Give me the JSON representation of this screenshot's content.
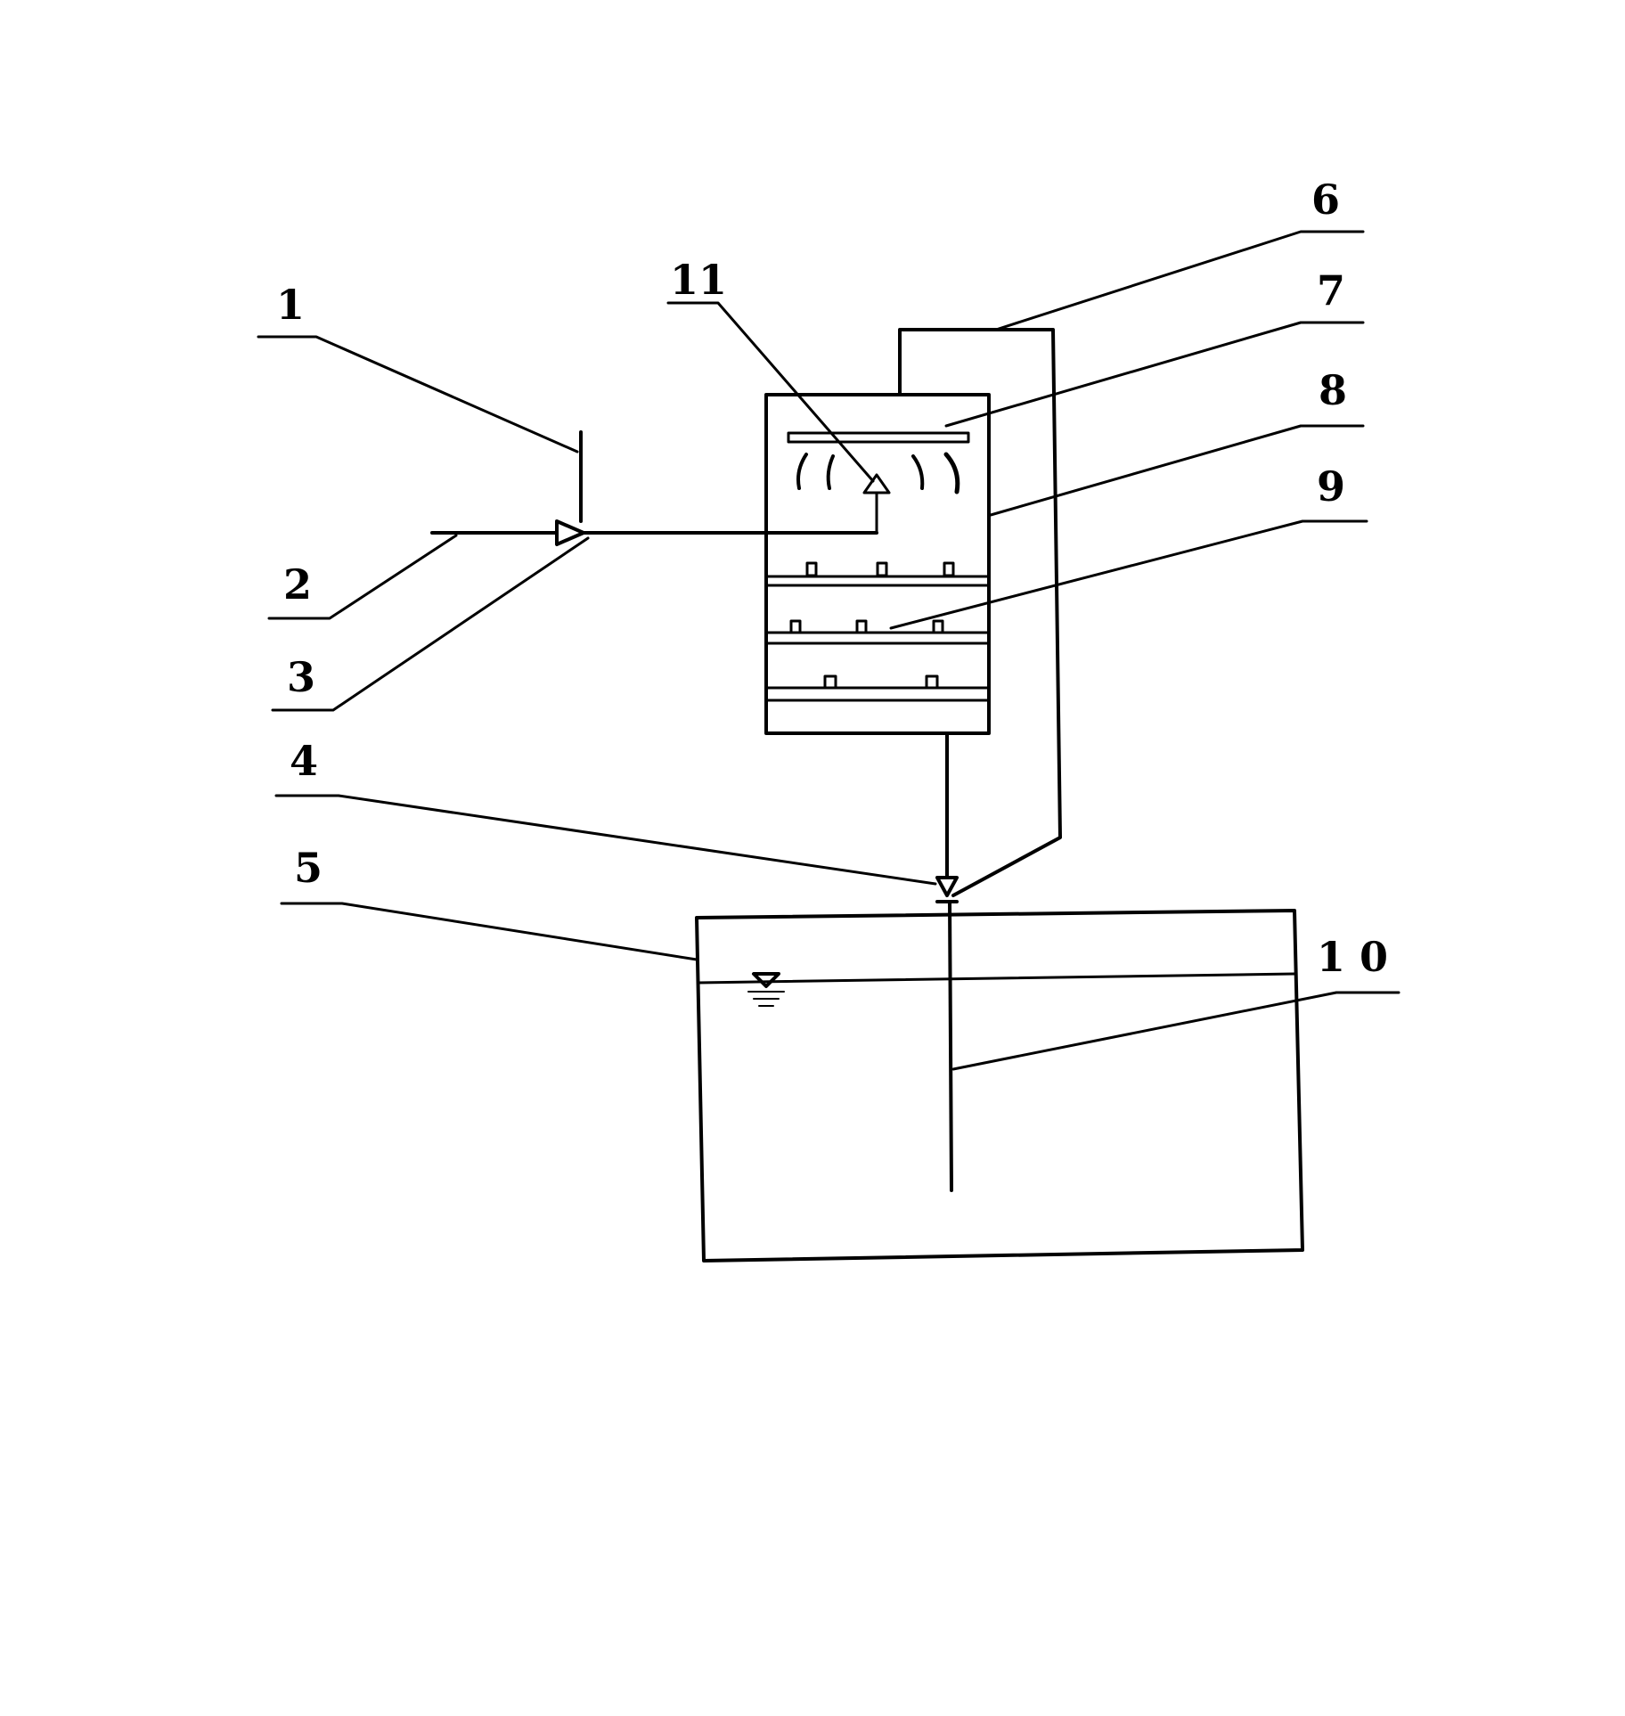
{
  "colors": {
    "ink": "#000000",
    "paper": "#ffffff"
  },
  "labels": {
    "l1": "1",
    "l2": "2",
    "l3": "3",
    "l4": "4",
    "l5": "5",
    "l6": "6",
    "l7": "7",
    "l8": "8",
    "l9": "9",
    "l10": "1 0",
    "l11": "11"
  }
}
